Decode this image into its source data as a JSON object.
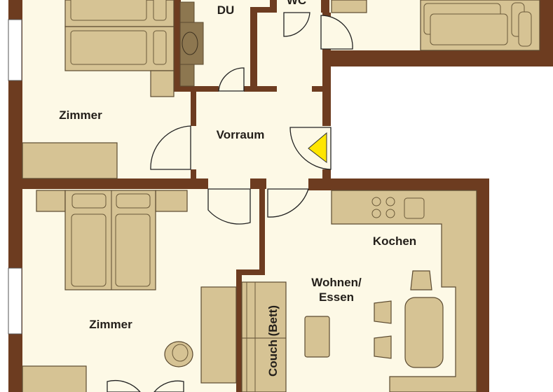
{
  "rooms": {
    "du": "DU",
    "wc": "WC",
    "zimmer_top": "Zimmer",
    "vorraum": "Vorraum",
    "zimmer_bottom": "Zimmer",
    "kochen": "Kochen",
    "wohnen_line1": "Wohnen/",
    "wohnen_line2": "Essen",
    "couch": "Couch (Bett)"
  },
  "colors": {
    "wall": "#6d3c20",
    "floor": "#fdf9e6",
    "furniture": "#d6c394",
    "entrance_marker": "#ffe600"
  },
  "icons": {
    "entrance": "yellow-triangle-entrance-icon"
  }
}
